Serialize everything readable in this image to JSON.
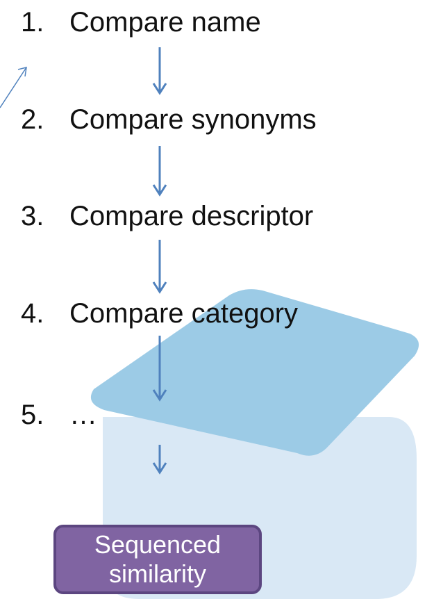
{
  "steps": [
    {
      "number": "1.",
      "label": "Compare name"
    },
    {
      "number": "2.",
      "label": "Compare synonyms"
    },
    {
      "number": "3.",
      "label": "Compare descriptor"
    },
    {
      "number": "4.",
      "label": "Compare category"
    },
    {
      "number": "5.",
      "label": "…"
    }
  ],
  "result": {
    "line1": "Sequenced",
    "line2": "similarity"
  },
  "colors": {
    "arrow": "#4f81bd",
    "box_fill": "#8064a2",
    "box_border": "#5c4680",
    "cube_top": "#9ccbe6",
    "cube_side": "#d9e8f5"
  }
}
